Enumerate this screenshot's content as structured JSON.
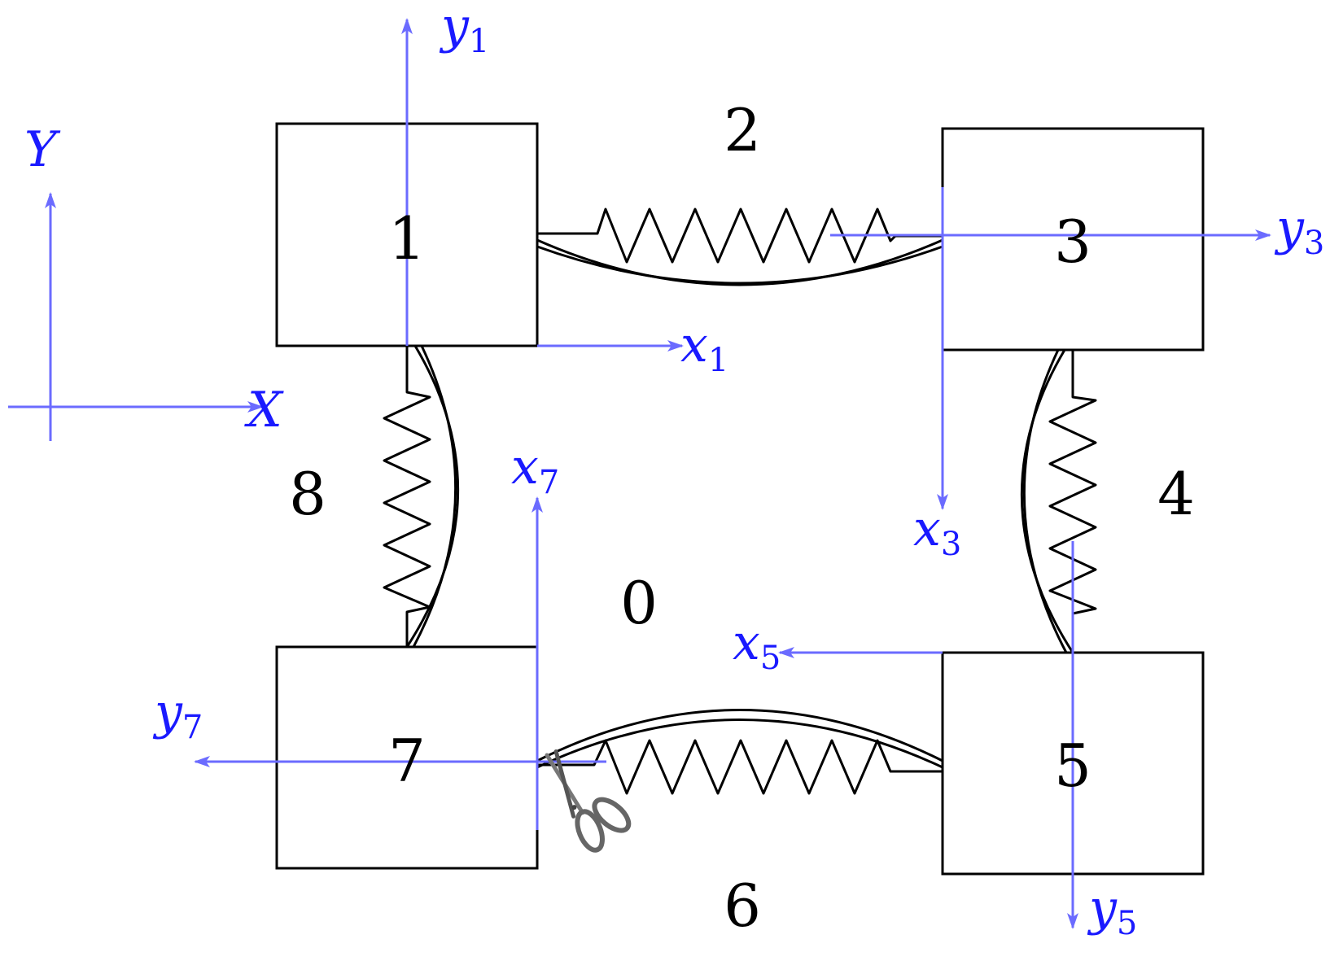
{
  "blocks": {
    "b1": "1",
    "b3": "3",
    "b5": "5",
    "b7": "7"
  },
  "connections": {
    "c2": "2",
    "c4": "4",
    "c6": "6",
    "c8": "8",
    "center": "0"
  },
  "axes": {
    "global_x": "X",
    "global_y": "Y",
    "x1": {
      "base": "x",
      "sub": "1"
    },
    "y1": {
      "base": "y",
      "sub": "1"
    },
    "x3": {
      "base": "x",
      "sub": "3"
    },
    "y3": {
      "base": "y",
      "sub": "3"
    },
    "x5": {
      "base": "x",
      "sub": "5"
    },
    "y5": {
      "base": "y",
      "sub": "5"
    },
    "x7": {
      "base": "x",
      "sub": "7"
    },
    "y7": {
      "base": "y",
      "sub": "7"
    }
  },
  "colors": {
    "axis": "#6b6bff",
    "axis_text": "#1a1aff",
    "lines": "#000000"
  },
  "icons": {
    "cut": "scissors-icon"
  }
}
